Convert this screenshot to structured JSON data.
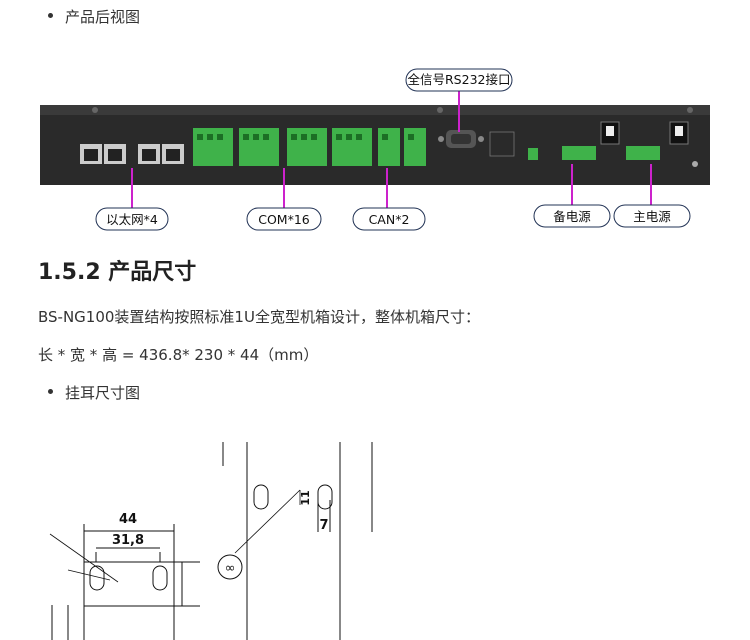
{
  "bullets": {
    "rear_view": "产品后视图",
    "ear_dim": "挂耳尺寸图"
  },
  "section": {
    "heading": "1.5.2 产品尺寸",
    "para1": "BS-NG100装置结构按照标准1U全宽型机箱设计，整体机箱尺寸：",
    "para2": "长 * 宽 * 高 = 436.8* 230 * 44（mm）"
  },
  "rear_image": {
    "callouts": {
      "rs232": "全信号RS232接口",
      "ethernet": "以太网*4",
      "com": "COM*16",
      "can": "CAN*2",
      "backup_power": "备电源",
      "main_power": "主电源"
    }
  },
  "drawing": {
    "dim_44": "44",
    "dim_31_8": "31,8",
    "dim_11": "11",
    "dim_7": "7"
  },
  "colors": {
    "callout_line": "#cc22cc",
    "device_body": "#2a2a2a"
  }
}
